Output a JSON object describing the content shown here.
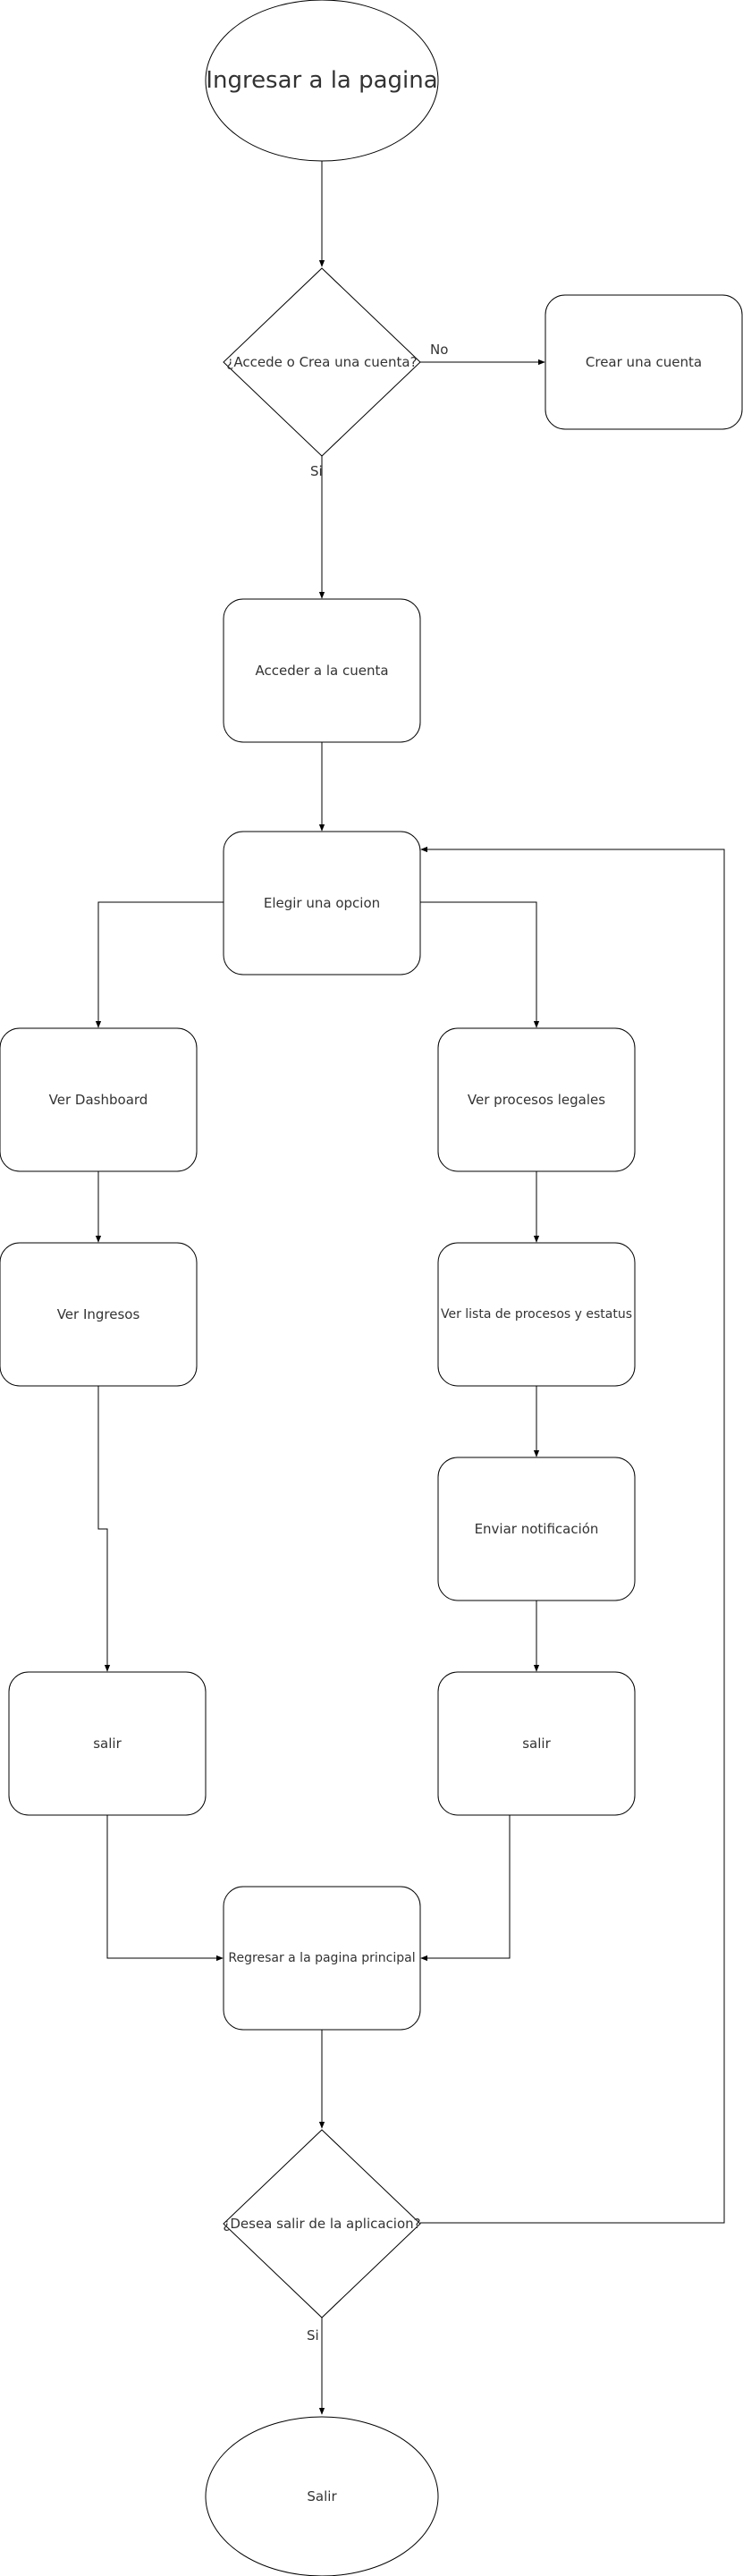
{
  "diagram": {
    "nodes": {
      "start": "Ingresar a la pagina",
      "decision_account": "¿Accede o Crea una cuenta?",
      "create_account": "Crear una cuenta",
      "login": "Acceder a la cuenta",
      "choose_option": "Elegir una opcion",
      "dashboard": "Ver Dashboard",
      "legal": "Ver procesos legales",
      "income": "Ver Ingresos",
      "process_list": "Ver lista de procesos y estatus",
      "notify": "Enviar notificación",
      "exit_left": "salir",
      "exit_right": "salir",
      "return_main": "Regresar a la pagina principal",
      "decision_exit": "¿Desea salir de la aplicacion?",
      "end": "Salir"
    },
    "edge_labels": {
      "no": "No",
      "si_account": "Si",
      "si_exit": "Si"
    }
  }
}
